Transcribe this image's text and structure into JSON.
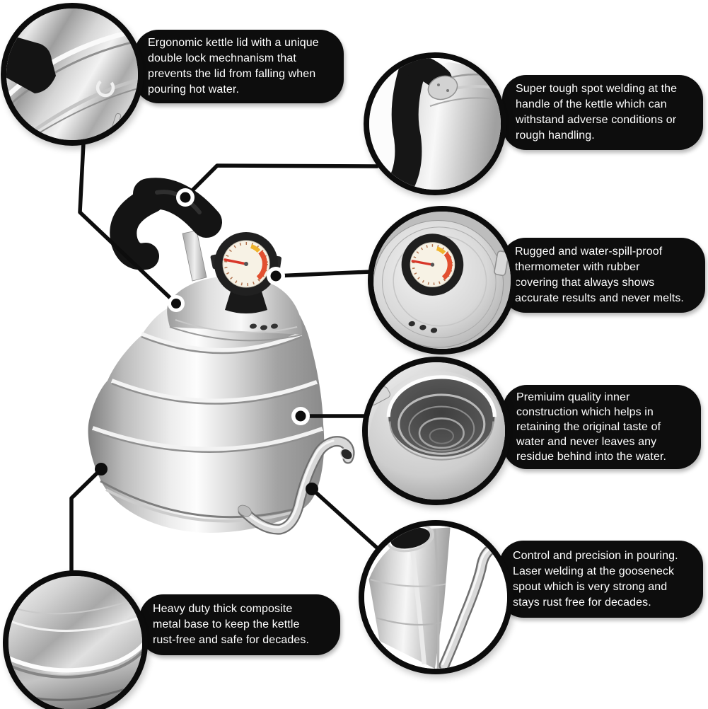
{
  "figure": {
    "kind": "product-feature-infographic",
    "subject": "stainless-steel gooseneck pour-over kettle with lid thermometer"
  },
  "callouts": [
    {
      "id": "lid",
      "text": "Ergonomic kettle lid with a unique\ndouble lock mechnanism that\nprevents the lid from falling when\npouring hot water."
    },
    {
      "id": "handle",
      "text": "Super tough spot welding at the\nhandle of the kettle which can\nwithstand adverse conditions or\nrough handling."
    },
    {
      "id": "thermometer",
      "text": "Rugged and water-spill-proof\nthermometer with rubber\ncovering that always shows\naccurate results and never melts."
    },
    {
      "id": "inner",
      "text": "Premiuim quality inner\nconstruction which helps in\nretaining the original taste of\nwater and never leaves any\nresidue behind into the water."
    },
    {
      "id": "spout",
      "text": "Control and precision in pouring.\nLaser welding at the gooseneck\nspout which is very strong and\nstays rust free for decades."
    },
    {
      "id": "base",
      "text": "Heavy duty thick composite\nmetal base to keep the kettle\nrust-free and safe for decades."
    }
  ],
  "colors": {
    "background": "#ffffff",
    "callout_bg": "#0d0d0d",
    "callout_text": "#ffffff",
    "connector_line": "#0d0d0d",
    "gauge_needle": "#d8372a",
    "gauge_hot_arc": "#e25030",
    "gauge_warm_arc": "#efb32c",
    "gauge_face": "#f7f2e5"
  }
}
